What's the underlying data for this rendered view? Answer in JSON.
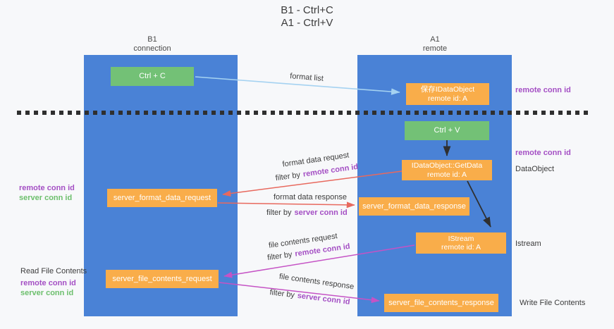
{
  "title": {
    "line1": "B1 - Ctrl+C",
    "line2": "A1 - Ctrl+V"
  },
  "columns": {
    "b1": {
      "name": "B1",
      "subtitle": "connection"
    },
    "a1": {
      "name": "A1",
      "subtitle": "remote"
    }
  },
  "boxes": {
    "ctrl_c": "Ctrl + C",
    "ctrl_v": "Ctrl + V",
    "save_idataobject": {
      "line1": "保存IDataObject",
      "line2": "remote id: A"
    },
    "getdata": {
      "line1": "IDataObject::GetData",
      "line2": "remote id: A"
    },
    "istream": {
      "line1": "IStream",
      "line2": "remote id: A"
    },
    "format_request": "server_format_data_request",
    "format_response": "server_format_data_response",
    "file_request": "server_file_contents_request",
    "file_response": "server_file_contents_response"
  },
  "labels": {
    "format_list": "format list",
    "format_data_request": "format data request",
    "format_data_response": "format data response",
    "file_contents_request": "file contents request",
    "file_contents_response": "file contents response",
    "filter_by": "filter by",
    "remote_conn_id": "remote conn id",
    "server_conn_id": "server conn id",
    "dataobject": "DataObject",
    "istream": "Istream",
    "read_file_contents": "Read File Contents",
    "write_file_contents": "Write File Contents"
  },
  "colors": {
    "background": "#f7f8fa",
    "column_blue": "#4a82d6",
    "box_green": "#73c176",
    "box_orange": "#f9ad4a",
    "arrow_lightblue": "#a5d2f1",
    "arrow_salmon": "#e8695e",
    "arrow_magenta": "#c553c5",
    "arrow_black": "#2f2f2f",
    "text_purple": "#a44fc4",
    "text_green": "#6cbf6c",
    "text_dark": "#3c3c3c"
  }
}
